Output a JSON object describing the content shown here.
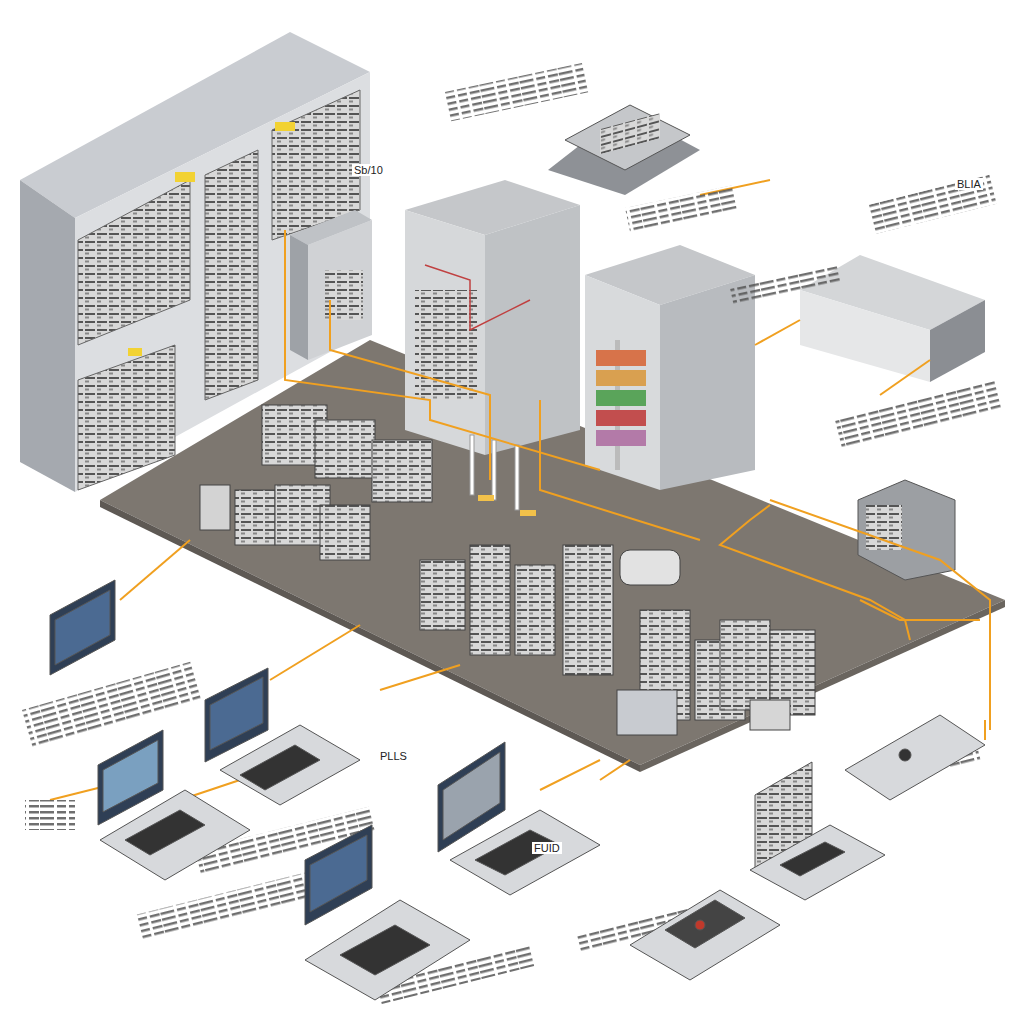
{
  "diagram": {
    "labels": [
      "Sb/10",
      "BLIA",
      "PLLS",
      "FUID"
    ]
  }
}
